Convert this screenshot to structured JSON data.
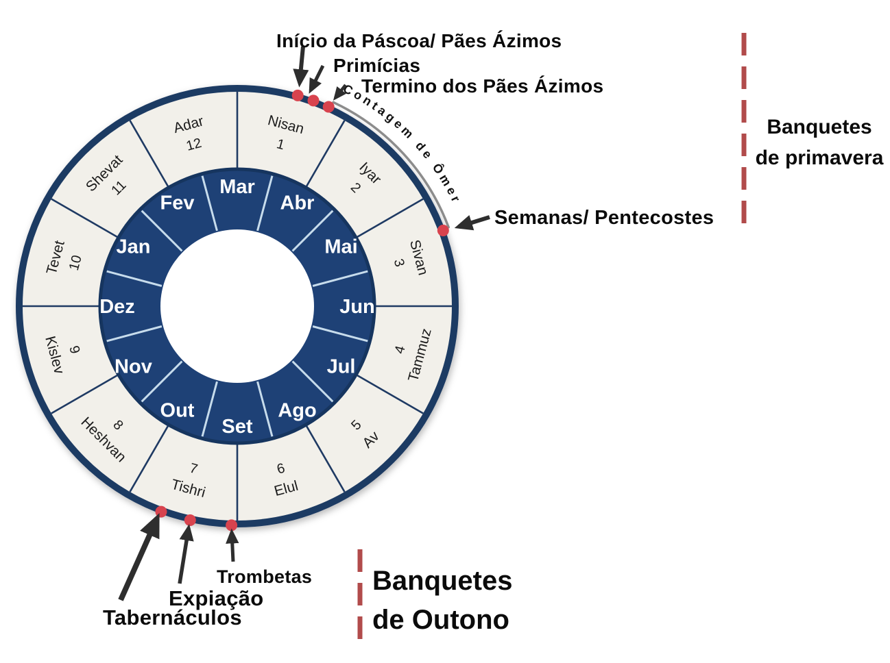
{
  "wheel": {
    "hebrew_months": [
      {
        "name": "Nisan",
        "number": "1"
      },
      {
        "name": "Iyar",
        "number": "2"
      },
      {
        "name": "Sivan",
        "number": "3"
      },
      {
        "name": "Tammuz",
        "number": "4"
      },
      {
        "name": "Av",
        "number": "5"
      },
      {
        "name": "Elul",
        "number": "6"
      },
      {
        "name": "Tishri",
        "number": "7"
      },
      {
        "name": "Heshvan",
        "number": "8"
      },
      {
        "name": "Kislev",
        "number": "9"
      },
      {
        "name": "Tevet",
        "number": "10"
      },
      {
        "name": "Shevat",
        "number": "11"
      },
      {
        "name": "Adar",
        "number": "12"
      }
    ],
    "gregorian_months": [
      "Mar",
      "Abr",
      "Mai",
      "Jun",
      "Jul",
      "Ago",
      "Set",
      "Out",
      "Nov",
      "Dez",
      "Jan",
      "Fev"
    ],
    "omer_arc_label": "Contagem de Ômer",
    "feast_marks": [
      {
        "id": "inicio-pascoa",
        "angle": 16.0
      },
      {
        "id": "primicias",
        "angle": 20.3
      },
      {
        "id": "termino-paes-azimos",
        "angle": 24.6
      },
      {
        "id": "semanas-pentecostes",
        "angle": 69.8
      },
      {
        "id": "trombetas",
        "angle": 181.5
      },
      {
        "id": "expiacao",
        "angle": 192.4
      },
      {
        "id": "tabernaculos",
        "angle": 200.3
      }
    ],
    "colors": {
      "ring_fill": "#f2f0ea",
      "ring_border": "#1f3a63",
      "inner_fill": "#1e4176",
      "inner_border": "#16355f",
      "inner_divider": "#c7dcec",
      "outer_divider": "#1f3a63",
      "center_fill": "#ffffff",
      "outer_text": "#1c1c1c",
      "inner_text": "#ffffff",
      "dot": "#d8434e",
      "arrow": "#2e2e2e",
      "dash": "#b14b4b",
      "omer_arc": "#8c8c8c",
      "omer_text": "#111111"
    }
  },
  "annotations": {
    "inicio_pascoa": "Início da Páscoa/ Pães Ázimos",
    "primicias": "Primícias",
    "termino": "Termino dos Pães Ázimos",
    "semanas": "Semanas/ Pentecostes",
    "trombetas": "Trombetas",
    "expiacao": "Expiação",
    "tabernaculos": "Tabernáculos"
  },
  "legends": {
    "spring": {
      "line1": "Banquetes",
      "line2": "de primavera"
    },
    "autumn": {
      "line1": "Banquetes",
      "line2": "de Outono"
    }
  }
}
